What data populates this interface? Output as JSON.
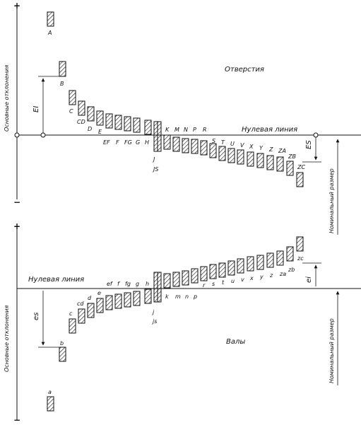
{
  "signs": {
    "plus": "+",
    "minus": "−"
  },
  "holes": {
    "title": "Отверстия",
    "zero_line": "Нулевая линия",
    "axis_label": "Основные отклонения",
    "ei_label": "EI",
    "es_label": "ES",
    "nominal": "Номинальный размер",
    "letters": [
      "A",
      "B",
      "C",
      "CD",
      "D",
      "E",
      "EF",
      "F",
      "FG",
      "G",
      "H",
      "J",
      "JS",
      "K",
      "M",
      "N",
      "P",
      "R",
      "S",
      "T",
      "U",
      "V",
      "X",
      "Y",
      "Z",
      "ZA",
      "ZB",
      "ZC"
    ]
  },
  "shafts": {
    "title": "Валы",
    "zero_line": "Нулевая линия",
    "axis_label": "Основные отклонения",
    "es_label": "es",
    "ei_label": "ei",
    "nominal": "Номинальный размер",
    "letters": [
      "a",
      "b",
      "c",
      "cd",
      "d",
      "e",
      "ef",
      "f",
      "fg",
      "g",
      "h",
      "j",
      "js",
      "k",
      "m",
      "n",
      "p",
      "r",
      "s",
      "t",
      "u",
      "v",
      "x",
      "y",
      "z",
      "za",
      "zb",
      "zc"
    ]
  }
}
